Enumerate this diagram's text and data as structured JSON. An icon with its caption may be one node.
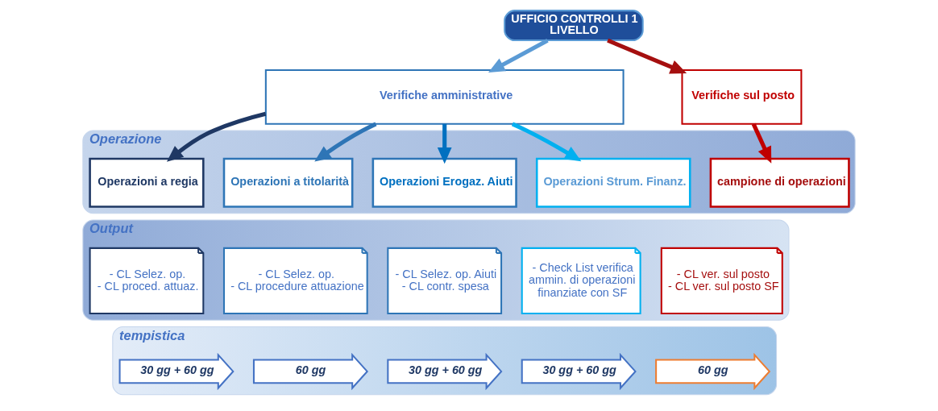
{
  "diagram": {
    "nodes": [
      {
        "text": [
          "UFFICIO CONTROLLI 1 LIVELLO"
        ]
      },
      {
        "text": [
          "Verifiche amministrative"
        ]
      },
      {
        "text": [
          "Verifiche sul posto"
        ]
      },
      {
        "text": [
          "Operazione"
        ]
      },
      {
        "text": [
          "Operazioni a regia"
        ],
        "in": 3
      },
      {
        "text": [
          "Operazioni a titolarità"
        ],
        "in": 3
      },
      {
        "text": [
          "Operazioni Erogaz. Aiuti"
        ],
        "in": 3
      },
      {
        "text": [
          "Operazioni Strum. Finanz."
        ],
        "in": 3
      },
      {
        "text": [
          "campione di operazioni"
        ],
        "in": 3
      },
      {
        "text": [
          "Output"
        ]
      },
      {
        "text": [
          "- CL Selez. op.",
          "- CL proced. attuaz."
        ],
        "in": 9
      },
      {
        "text": [
          "- CL Selez. op.",
          "- CL procedure attuazione"
        ],
        "in": 9
      },
      {
        "text": [
          "- CL Selez. op. Aiuti",
          "- CL contr. spesa"
        ],
        "in": 9
      },
      {
        "text": [
          "- Check List verifica ammin. di operazioni finanziate con SF"
        ],
        "in": 9
      },
      {
        "text": [
          "- CL ver. sul posto",
          "- CL ver. sul posto SF"
        ],
        "in": 9
      },
      {
        "text": [
          "tempistica"
        ]
      },
      {
        "text": [
          "30 gg + 60 gg"
        ],
        "in": 15
      },
      {
        "text": [
          "60 gg"
        ],
        "in": 15
      },
      {
        "text": [
          "30 gg + 60 gg"
        ],
        "in": 15
      },
      {
        "text": [
          "30 gg + 60 gg"
        ],
        "in": 15
      },
      {
        "text": [
          "60 gg"
        ],
        "in": 15
      }
    ],
    "edges": [
      {
        "from": 0,
        "to": 1,
        "arrow": "to",
        "color": "#5b9bd5"
      },
      {
        "from": 0,
        "to": 2,
        "arrow": "to",
        "color": "#a50f0f"
      },
      {
        "from": 1,
        "to": 4,
        "arrow": "to",
        "color": "#1f3864"
      },
      {
        "from": 1,
        "to": 5,
        "arrow": "to",
        "color": "#2e75b6"
      },
      {
        "from": 1,
        "to": 6,
        "arrow": "to",
        "color": "#0070c0"
      },
      {
        "from": 1,
        "to": 7,
        "arrow": "to",
        "color": "#00b0f0"
      },
      {
        "from": 2,
        "to": 8,
        "arrow": "to",
        "color": "#c00000"
      }
    ]
  }
}
